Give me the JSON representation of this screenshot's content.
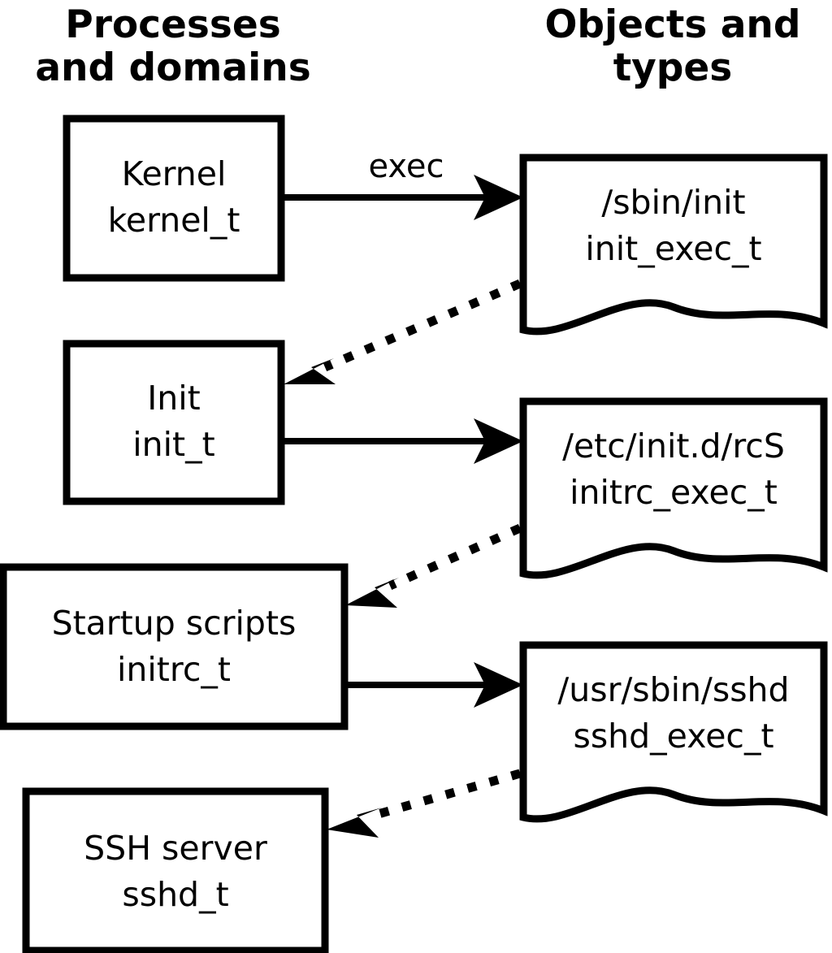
{
  "diagram": {
    "title_left": "Processes\nand domains",
    "headers": {
      "left": {
        "line1": "Processes",
        "line2": "and domains"
      },
      "right": {
        "line1": "Objects and",
        "line2": "types"
      }
    },
    "colors": {
      "stroke": "#000000",
      "fill": "#ffffff",
      "text": "#000000"
    },
    "process_nodes": [
      {
        "id": "kernel",
        "line1": "Kernel",
        "line2": "kernel_t"
      },
      {
        "id": "init",
        "line1": "Init",
        "line2": "init_t"
      },
      {
        "id": "initrc",
        "line1": "Startup scripts",
        "line2": "initrc_t"
      },
      {
        "id": "sshd",
        "line1": "SSH server",
        "line2": "sshd_t"
      }
    ],
    "object_nodes": [
      {
        "id": "init-exec",
        "line1": "/sbin/init",
        "line2": "init_exec_t"
      },
      {
        "id": "initrc-exec",
        "line1": "/etc/init.d/rcS",
        "line2": "initrc_exec_t"
      },
      {
        "id": "sshd-exec",
        "line1": "/usr/sbin/sshd",
        "line2": "sshd_exec_t"
      }
    ],
    "edges": [
      {
        "id": "kernel-exec-init",
        "label": "exec",
        "style": "solid",
        "from": "kernel",
        "to": "init-exec"
      },
      {
        "id": "init-exec-transition-init",
        "label": "",
        "style": "dotted",
        "from": "init-exec",
        "to": "init"
      },
      {
        "id": "init-exec-initrc",
        "label": "",
        "style": "solid",
        "from": "init",
        "to": "initrc-exec"
      },
      {
        "id": "initrc-exec-transition-initrc",
        "label": "",
        "style": "dotted",
        "from": "initrc-exec",
        "to": "initrc"
      },
      {
        "id": "initrc-exec-sshd",
        "label": "",
        "style": "solid",
        "from": "initrc",
        "to": "sshd-exec"
      },
      {
        "id": "sshd-exec-transition-sshd",
        "label": "",
        "style": "dotted",
        "from": "sshd-exec",
        "to": "sshd"
      }
    ]
  }
}
